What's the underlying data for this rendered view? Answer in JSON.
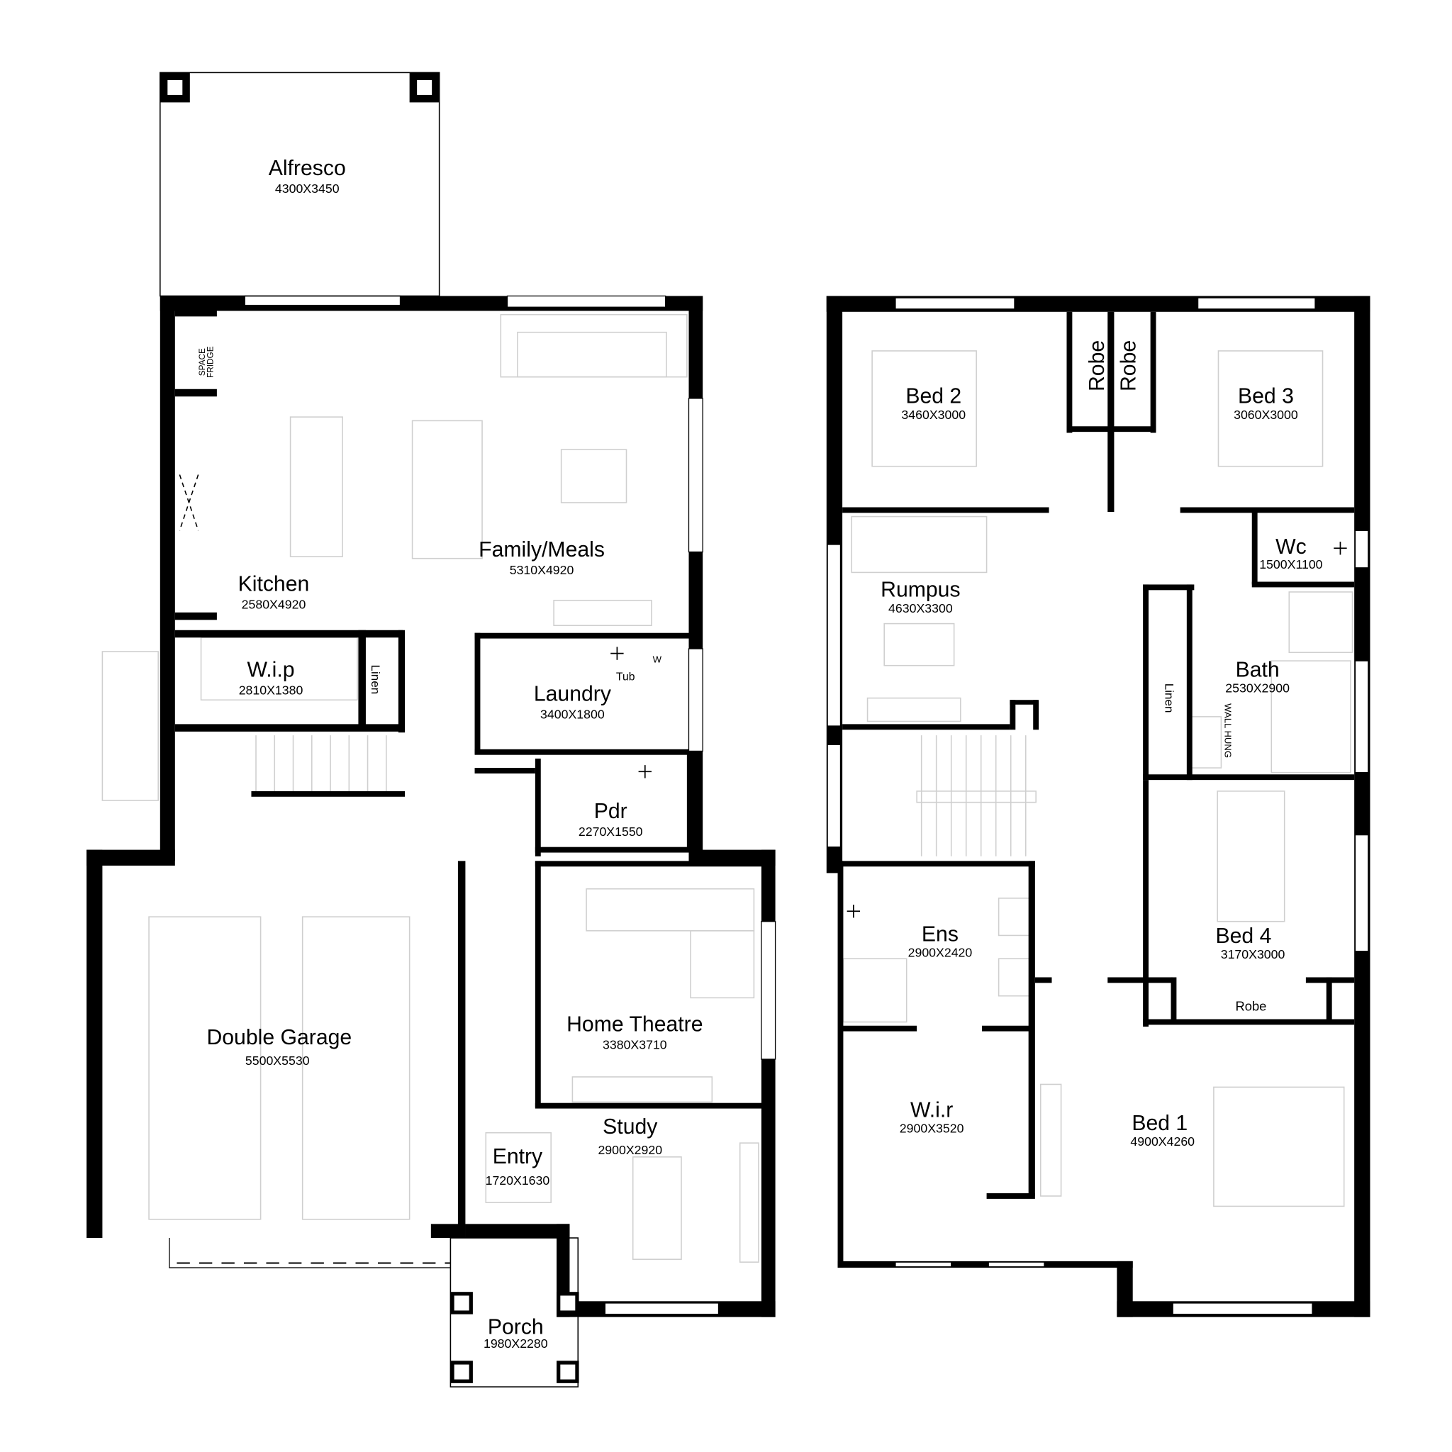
{
  "ground_floor": {
    "rooms": [
      {
        "name": "Alfresco",
        "dims": "4300X3450"
      },
      {
        "name": "Kitchen",
        "dims": "2580X4920"
      },
      {
        "name": "Family/Meals",
        "dims": "5310X4920"
      },
      {
        "name": "W.i.p",
        "dims": "2810X1380"
      },
      {
        "name": "Laundry",
        "dims": "3400X1800"
      },
      {
        "name": "Pdr",
        "dims": "2270X1550"
      },
      {
        "name": "Double Garage",
        "dims": "5500X5530"
      },
      {
        "name": "Home Theatre",
        "dims": "3380X3710"
      },
      {
        "name": "Study",
        "dims": "2900X2920"
      },
      {
        "name": "Entry",
        "dims": "1720X1630"
      },
      {
        "name": "Porch",
        "dims": "1980X2280"
      }
    ],
    "labels": {
      "linen": "Linen",
      "space_fridge_1": "SPACE",
      "space_fridge_2": "FRIDGE",
      "tub": "Tub",
      "washer": "W"
    }
  },
  "first_floor": {
    "rooms": [
      {
        "name": "Bed 2",
        "dims": "3460X3000"
      },
      {
        "name": "Bed 3",
        "dims": "3060X3000"
      },
      {
        "name": "Wc",
        "dims": "1500X1100"
      },
      {
        "name": "Rumpus",
        "dims": "4630X3300"
      },
      {
        "name": "Bath",
        "dims": "2530X2900"
      },
      {
        "name": "Bed 4",
        "dims": "3170X3000"
      },
      {
        "name": "Ens",
        "dims": "2900X2420"
      },
      {
        "name": "W.i.r",
        "dims": "2900X3520"
      },
      {
        "name": "Bed 1",
        "dims": "4900X4260"
      }
    ],
    "labels": {
      "robe_1": "Robe",
      "robe_2": "Robe",
      "robe_3": "Robe",
      "linen": "Linen",
      "wall_hung": "WALL HUNG"
    }
  }
}
